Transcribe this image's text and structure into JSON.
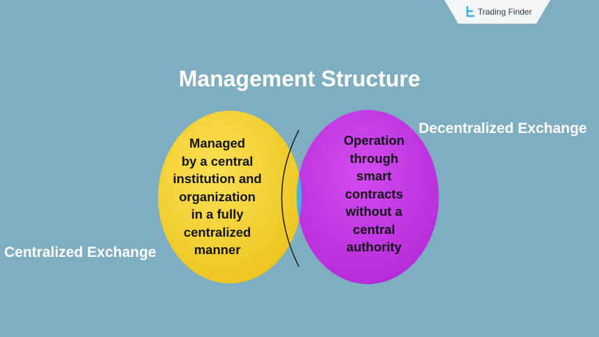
{
  "brand": {
    "name": "Trading Finder",
    "logo_icon": "trading-finder-logo-icon"
  },
  "diagram": {
    "title": "Management Structure",
    "left_set": {
      "label": "Centralized Exchange",
      "color": "#f5d42c",
      "lines": [
        "Managed",
        "by a central",
        "institution and",
        "organization",
        "in a fully",
        "centralized",
        "manner"
      ]
    },
    "right_set": {
      "label": "Decentralized Exchange",
      "color": "#c93be6",
      "lines": [
        "Operation",
        "through",
        "smart",
        "contracts",
        "without a",
        "central",
        "authority"
      ]
    },
    "overlap_color": "#3aaee6"
  }
}
